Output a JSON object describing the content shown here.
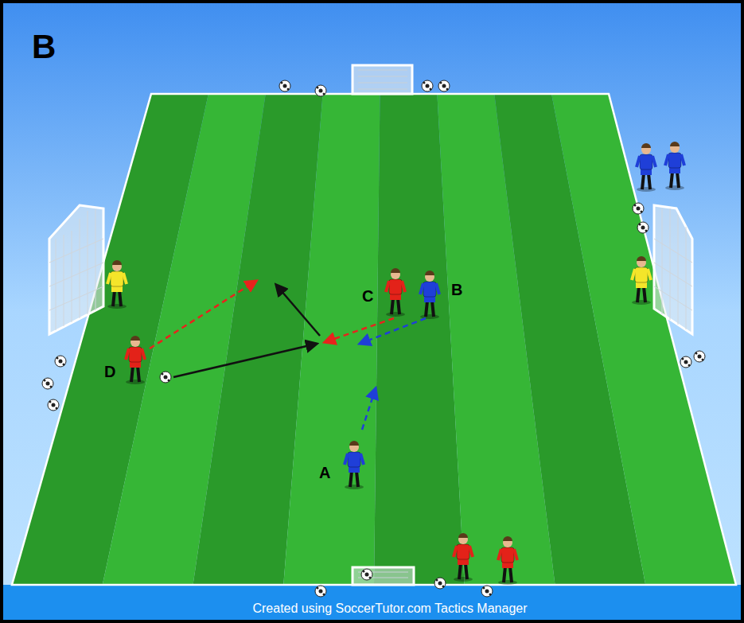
{
  "diagram": {
    "title": "B",
    "caption": "Created using SoccerTutor.com Tactics Manager",
    "labels": [
      "A",
      "B",
      "C",
      "D"
    ]
  }
}
